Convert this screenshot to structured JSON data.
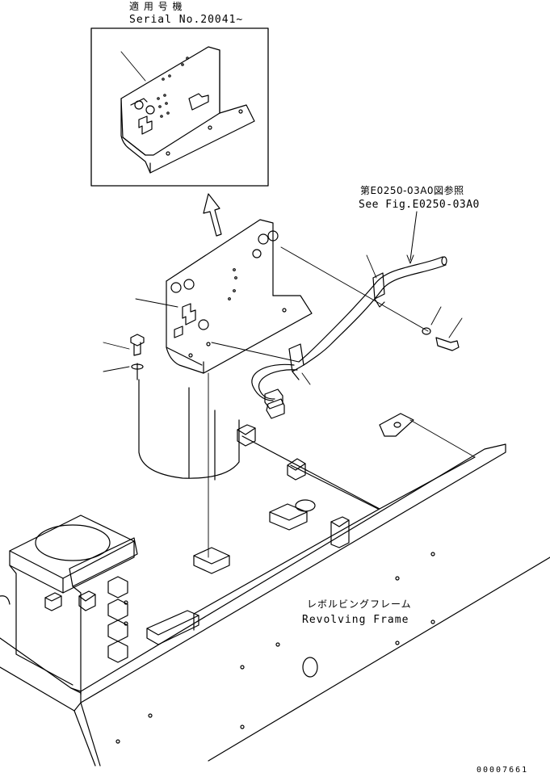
{
  "inset": {
    "title_ja": "適 用 号 機",
    "title_en": "Serial No.20041~"
  },
  "reference": {
    "ja": "第E0250-03A0図参照",
    "en": "See Fig.E0250-03A0"
  },
  "frame": {
    "ja": "レボルビングフレーム",
    "en": "Revolving Frame"
  },
  "drawing_number": "00007661",
  "colors": {
    "line": "#000000",
    "background": "#ffffff"
  }
}
